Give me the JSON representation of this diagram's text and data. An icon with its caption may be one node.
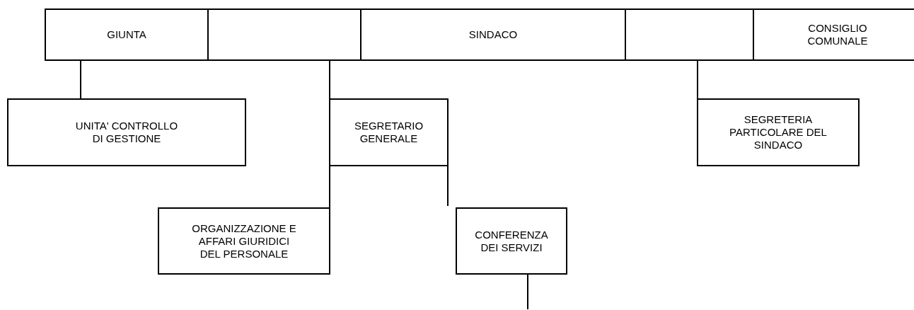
{
  "diagram": {
    "nodes": [
      {
        "text": [
          "GIUNTA"
        ]
      },
      {
        "text": [],
        "shape": "box"
      },
      {
        "text": [
          "SINDACO"
        ]
      },
      {
        "text": [],
        "shape": "box"
      },
      {
        "text": [
          "CONSIGLIO COMUNALE"
        ]
      },
      {
        "text": [
          "UNITA' CONTROLLO DI GESTIONE"
        ]
      },
      {
        "text": [
          "SEGRETARIO GENERALE"
        ]
      },
      {
        "text": [
          "SEGRETERIA PARTICOLARE DEL SINDACO"
        ]
      },
      {
        "text": [
          "ORGANIZZAZIONE E AFFARI GIURIDICI DEL PERSONALE"
        ]
      },
      {
        "text": [
          "CONFERENZA DEI SERVIZI"
        ]
      }
    ],
    "edges": [
      {
        "from": 0,
        "to": 5,
        "arrow": "none"
      },
      {
        "from": 1,
        "to": 6,
        "arrow": "none"
      },
      {
        "from": 3,
        "to": 7,
        "arrow": "none"
      },
      {
        "from": 6,
        "to": 8,
        "arrow": "none"
      },
      {
        "from": 6,
        "to": 9,
        "arrow": "none"
      },
      {
        "from": 9,
        "to": null,
        "arrow": "none"
      }
    ]
  }
}
